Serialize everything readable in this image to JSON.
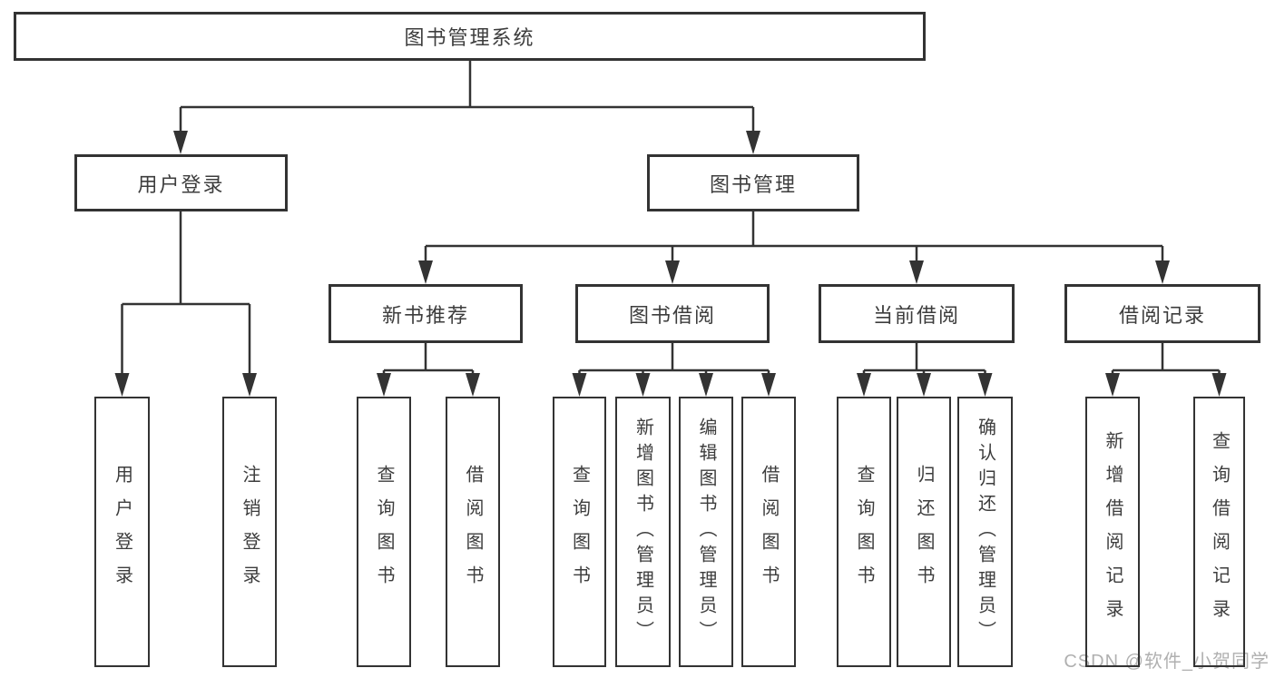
{
  "diagram": {
    "title": "图书管理系统",
    "tree": {
      "root": "图书管理系统",
      "children": [
        {
          "label": "用户登录",
          "children": [
            "用户登录",
            "注销登录"
          ]
        },
        {
          "label": "图书管理",
          "children": [
            {
              "label": "新书推荐",
              "children": [
                "查询图书",
                "借阅图书"
              ]
            },
            {
              "label": "图书借阅",
              "children": [
                "查询图书",
                "新增图书（管理员）",
                "编辑图书（管理员）",
                "借阅图书"
              ]
            },
            {
              "label": "当前借阅",
              "children": [
                "查询图书",
                "归还图书",
                "确认归还（管理员）"
              ]
            },
            {
              "label": "借阅记录",
              "children": [
                "新增借阅记录",
                "查询借阅记录"
              ]
            }
          ]
        }
      ]
    },
    "watermark": "CSDN @软件_小贺同学",
    "colors": {
      "line": "#333333",
      "text": "#3d3d3d",
      "background": "#ffffff",
      "watermark": "#b0b0b0"
    }
  }
}
